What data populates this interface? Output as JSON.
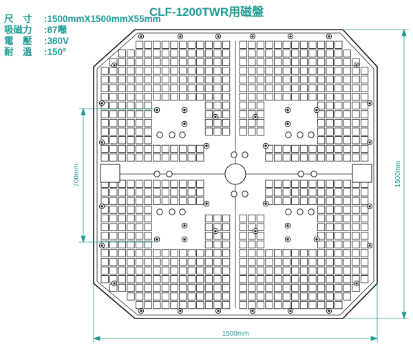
{
  "title": "CLF-1200TWR用磁盤",
  "specs": [
    {
      "label": "尺　寸",
      "value": ":1500mmX1500mmX55mm"
    },
    {
      "label": "吸磁力",
      "value": ":87噸"
    },
    {
      "label": "電　壓",
      "value": ":380V"
    },
    {
      "label": "耐　溫",
      "value": ":150°"
    }
  ],
  "dimensions": {
    "width": "1500mm",
    "height": "1500mm",
    "inner": "700mm"
  },
  "colors": {
    "accent": "#1f9a93",
    "outline": "#1a1a1a",
    "dimension": "#1f9a93"
  }
}
